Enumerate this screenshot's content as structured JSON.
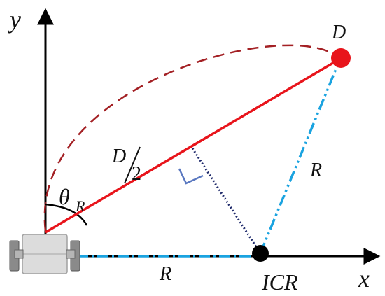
{
  "labels": {
    "y_axis": "y",
    "x_axis": "x",
    "point_d": "D",
    "half_d_numerator": "D",
    "half_d_denominator": "2",
    "theta": "θ",
    "theta_subscript": "R",
    "radius_vertical": "R",
    "radius_horizontal": "R",
    "icr": "ICR"
  },
  "colors": {
    "axis": "#000000",
    "chord": "#e8141b",
    "arc": "#a32024",
    "radius": "#1aa3e0",
    "perpendicular": "#1f2a6b",
    "right_angle_mark": "#5a78c0",
    "point_d": "#e8141b",
    "icr_point": "#000000",
    "robot_body": "#dcdcdc",
    "robot_wheel": "#888888"
  }
}
